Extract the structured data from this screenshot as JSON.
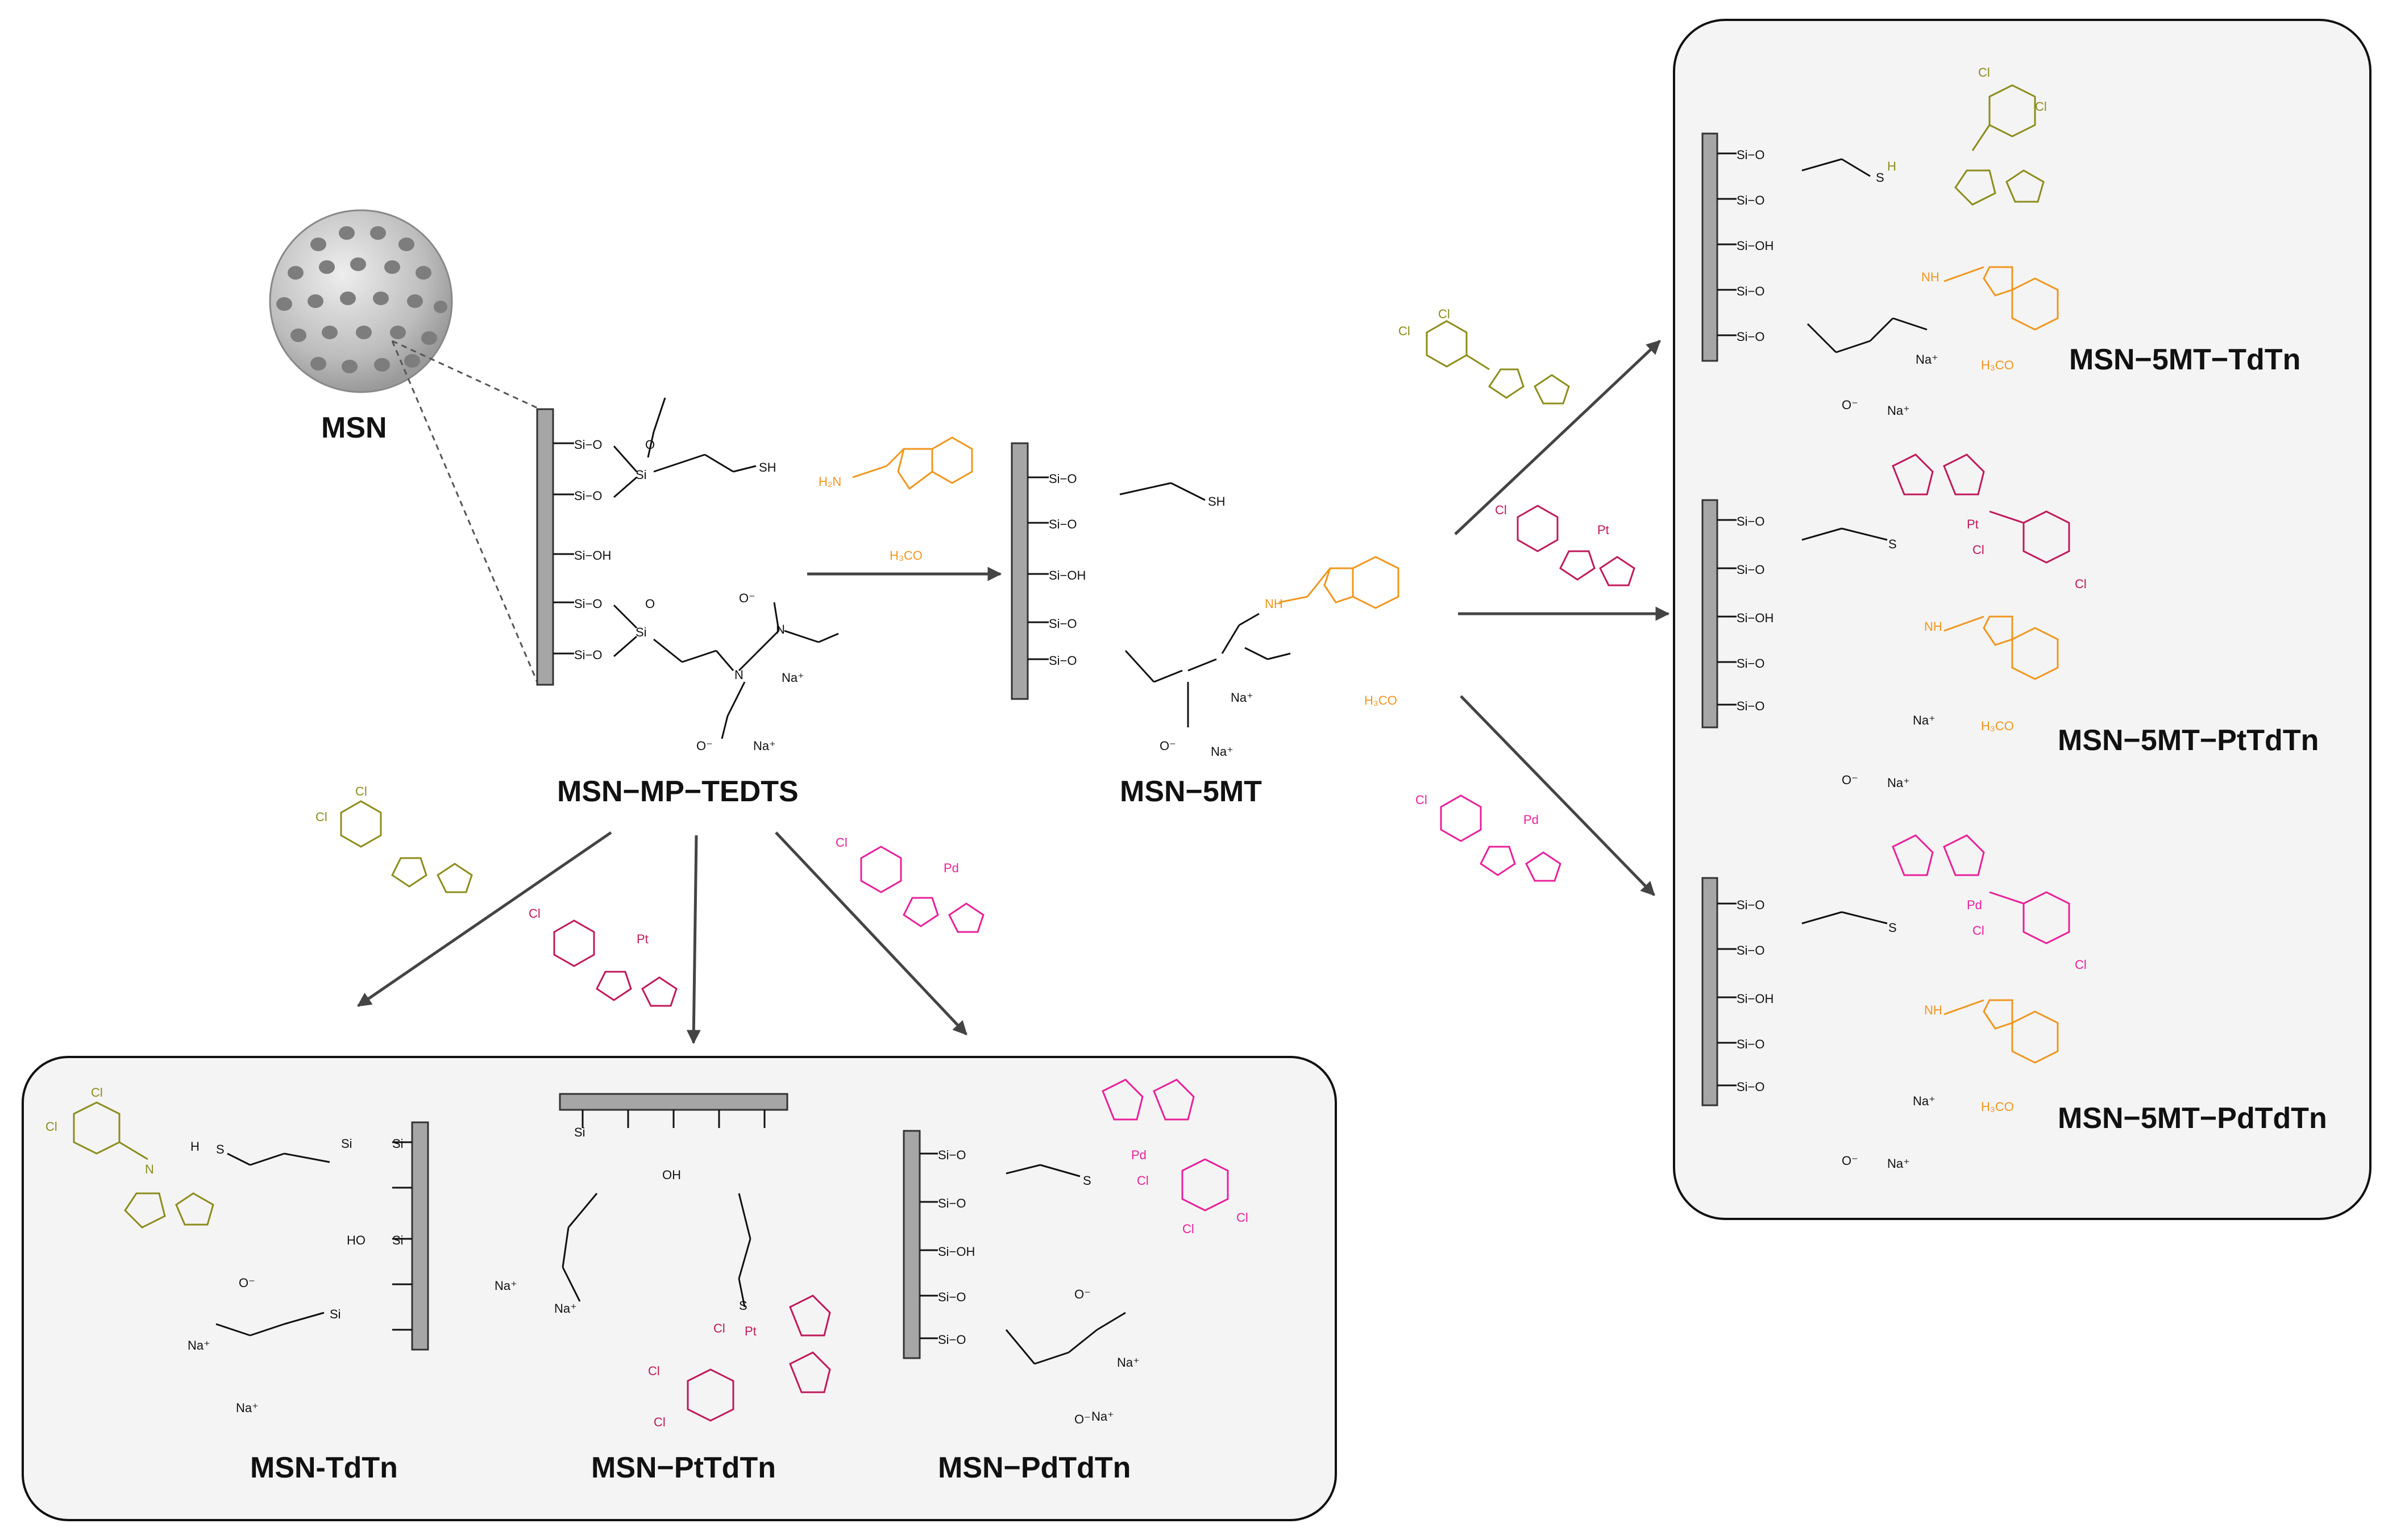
{
  "labels": {
    "msn": "MSN",
    "msn_mp_tedts": "MSN−MP−TEDTS",
    "msn_5mt": "MSN−5MT",
    "msn_5mt_tdtn": "MSN−5MT−TdTn",
    "msn_5mt_pttdtn": "MSN−5MT−PtTdTn",
    "msn_5mt_pdtdtn": "MSN−5MT−PdTdTn",
    "msn_tdtn": "MSN-TdTn",
    "msn_pttdtn": "MSN−PtTdTn",
    "msn_pdtdtn": "MSN−PdTdTn"
  },
  "atoms": {
    "si_o": "Si−O",
    "si_oh": "Si−OH",
    "si": "Si",
    "o": "O",
    "sh": "SH",
    "s": "S",
    "n": "N",
    "cl": "Cl",
    "h": "H",
    "nh": "NH",
    "h2n": "H₂N",
    "h3co": "H₃CO",
    "na": "Na⁺",
    "o_minus": "O⁻",
    "pt": "Pt",
    "pd": "Pd",
    "ho": "HO",
    "oh": "OH"
  },
  "colors": {
    "tdtn_ligand": "#8c8c1c",
    "melatonin": "#f0961e",
    "pt_complex": "#c0185a",
    "pd_complex": "#e8209a",
    "surface": "#a6a6a6",
    "panel_bg": "#f4f4f4"
  }
}
